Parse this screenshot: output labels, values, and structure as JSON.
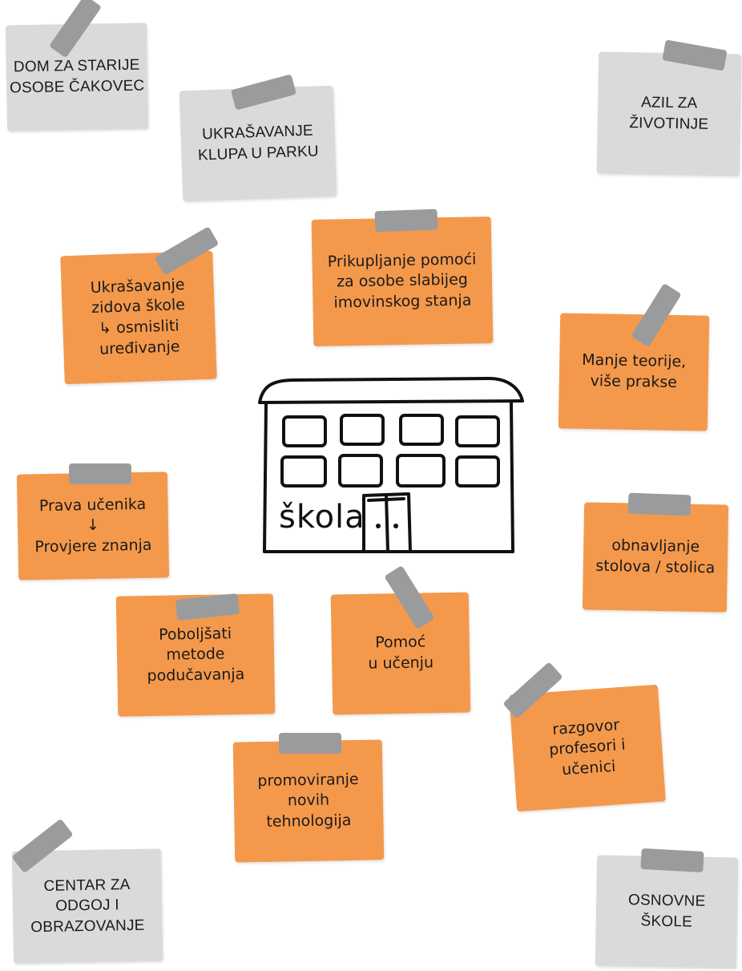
{
  "notes_gray": [
    {
      "id": "dom-za-starije",
      "text": "DOM ZA STARIJE\nOSOBE ČAKOVEC"
    },
    {
      "id": "ukrasavanje-klupa",
      "text": "UKRAŠAVANJE\nKLUPA U PARKU"
    },
    {
      "id": "azil",
      "text": "AZIL ZA\nŽIVOTINJE"
    },
    {
      "id": "centar-za-odgoj",
      "text": "CENTAR ZA\nODGOJ I\nOBRAZOVANJE"
    },
    {
      "id": "osnovne-skole",
      "text": "OSNOVNE\nŠKOLE"
    }
  ],
  "notes_orange": [
    {
      "id": "prikupljanje-pomoci",
      "text": "Prikupljanje pomoći\nza osobe slabijeg\nimovinskog stanja"
    },
    {
      "id": "ukrasavanje-zidova",
      "text": "Ukrašavanje\nzidova škole\n↳ osmisliti\nuređivanje"
    },
    {
      "id": "manje-teorije",
      "text": "Manje teorije,\nviše prakse"
    },
    {
      "id": "prava-ucenika",
      "text": "Prava učenika\n↓\nProvjere znanja"
    },
    {
      "id": "obnavljanje",
      "text": "obnavljanje\nstolova / stolica"
    },
    {
      "id": "poboljsati-metode",
      "text": "Poboljšati\nmetode\npodučavanja"
    },
    {
      "id": "pomoc-u-ucenju",
      "text": "Pomoć\nu učenju"
    },
    {
      "id": "razgovor",
      "text": "razgovor\nprofesori i\nučenici"
    },
    {
      "id": "promoviranje",
      "text": "promoviranje\nnovih\ntehnologija"
    }
  ],
  "center": {
    "label": "škola"
  },
  "colors": {
    "orange_note": "#f4994c",
    "gray_note": "#d9dadb",
    "tape": "#9a9b9d"
  }
}
